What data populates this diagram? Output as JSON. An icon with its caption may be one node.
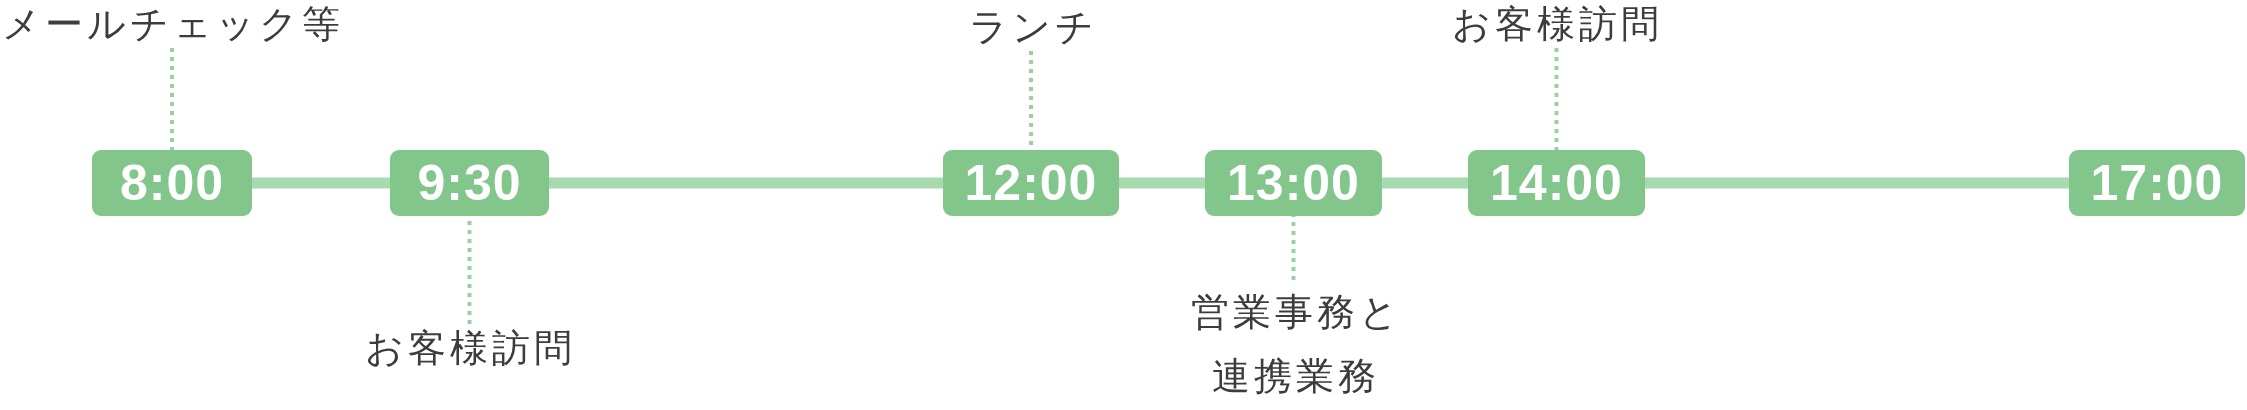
{
  "diagram": {
    "nodes": [
      {
        "text": [
          "8:00"
        ]
      },
      {
        "text": [
          "9:30"
        ]
      },
      {
        "text": [
          "12:00"
        ]
      },
      {
        "text": [
          "13:00"
        ]
      },
      {
        "text": [
          "14:00"
        ]
      },
      {
        "text": [
          "17:00"
        ]
      },
      {
        "text": [
          "メールチェック等"
        ]
      },
      {
        "text": [
          "お客様訪問"
        ]
      },
      {
        "text": [
          "ランチ"
        ]
      },
      {
        "text": [
          "営業事務と連携業務"
        ]
      },
      {
        "text": [
          "お客様訪問"
        ]
      }
    ],
    "edges": [
      {
        "from": 0,
        "to": 1,
        "arrow": "none",
        "style": "thick"
      },
      {
        "from": 1,
        "to": 2,
        "arrow": "none",
        "style": "thick"
      },
      {
        "from": 2,
        "to": 3,
        "arrow": "none",
        "style": "thick"
      },
      {
        "from": 3,
        "to": 4,
        "arrow": "none",
        "style": "thick"
      },
      {
        "from": 4,
        "to": 5,
        "arrow": "none",
        "style": "thick"
      },
      {
        "from": 6,
        "to": 0,
        "arrow": "none",
        "style": "dashed"
      },
      {
        "from": 7,
        "to": 1,
        "arrow": "none",
        "style": "dashed"
      },
      {
        "from": 8,
        "to": 2,
        "arrow": "none",
        "style": "dashed"
      },
      {
        "from": 9,
        "to": 3,
        "arrow": "none",
        "style": "dashed"
      },
      {
        "from": 10,
        "to": 4,
        "arrow": "none",
        "style": "dashed"
      }
    ]
  }
}
